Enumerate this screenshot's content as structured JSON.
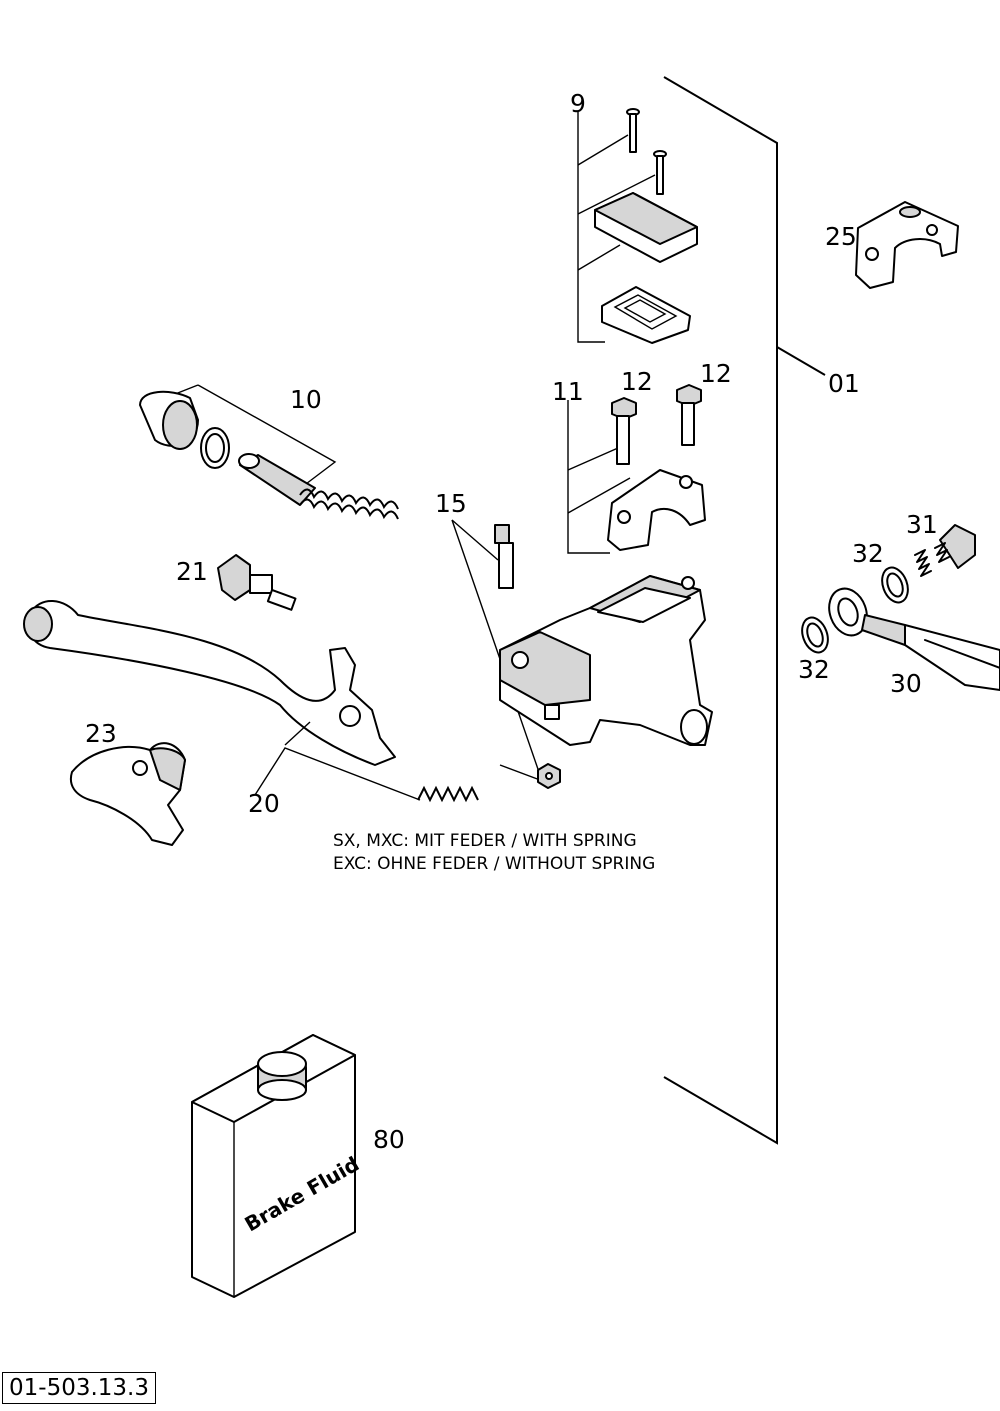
{
  "labels": {
    "p01": "01",
    "p9": "9",
    "p10": "10",
    "p11": "11",
    "p12a": "12",
    "p12b": "12",
    "p15": "15",
    "p20": "20",
    "p21": "21",
    "p23": "23",
    "p25": "25",
    "p30": "30",
    "p31": "31",
    "p32a": "32",
    "p32b": "32",
    "p80": "80"
  },
  "notes": {
    "line1": "SX, MXC: MIT FEDER / WITH SPRING",
    "line2": "EXC: OHNE FEDER / WITHOUT SPRING"
  },
  "bottle_text": "Brake Fluid",
  "document_id": "01-503.13.3"
}
